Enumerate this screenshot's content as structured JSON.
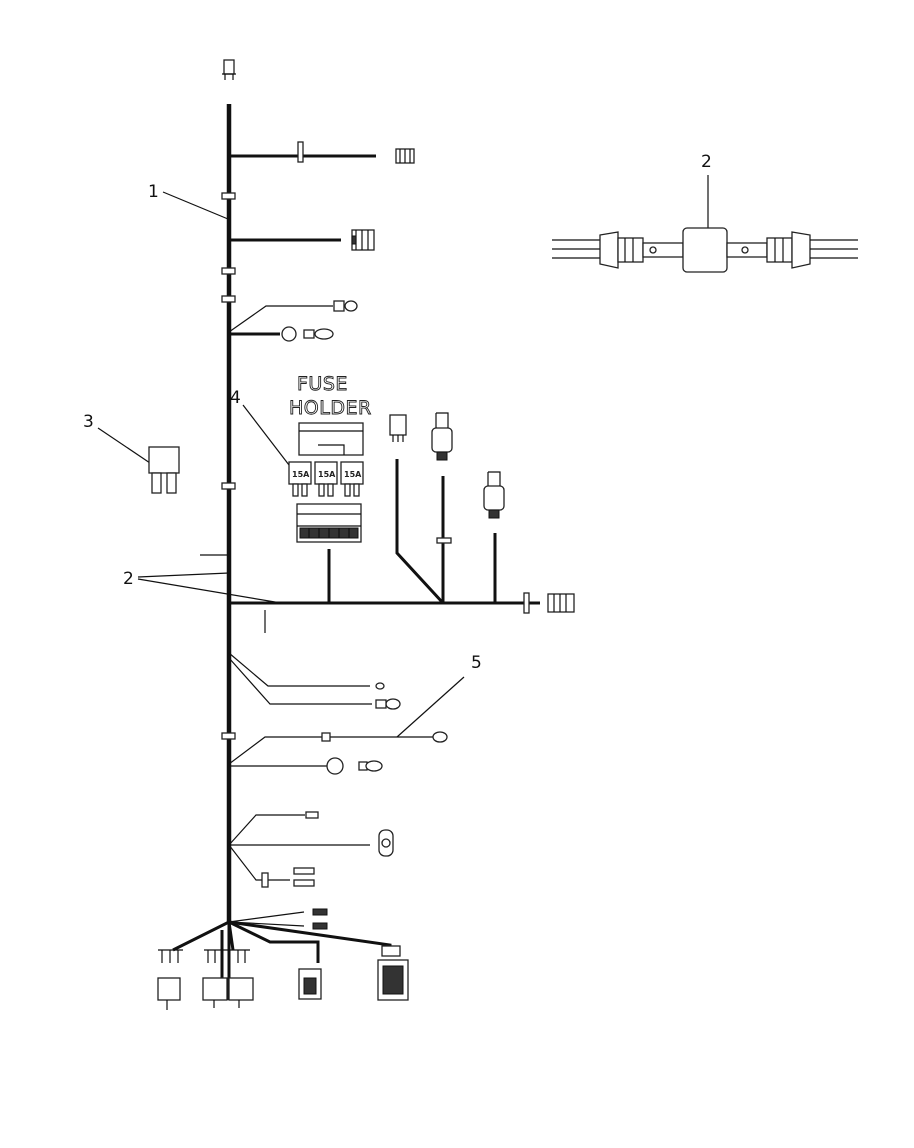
{
  "callouts": {
    "harness": "1",
    "splice_top": "2",
    "splice_left": "2",
    "fuse": "3",
    "fuse_holder": "4",
    "ground_lead": "5"
  },
  "fuse_holder": {
    "line1": "FUSE",
    "line2": "HOLDER"
  },
  "fuse_ratings": [
    "15A",
    "15A",
    "15A"
  ]
}
